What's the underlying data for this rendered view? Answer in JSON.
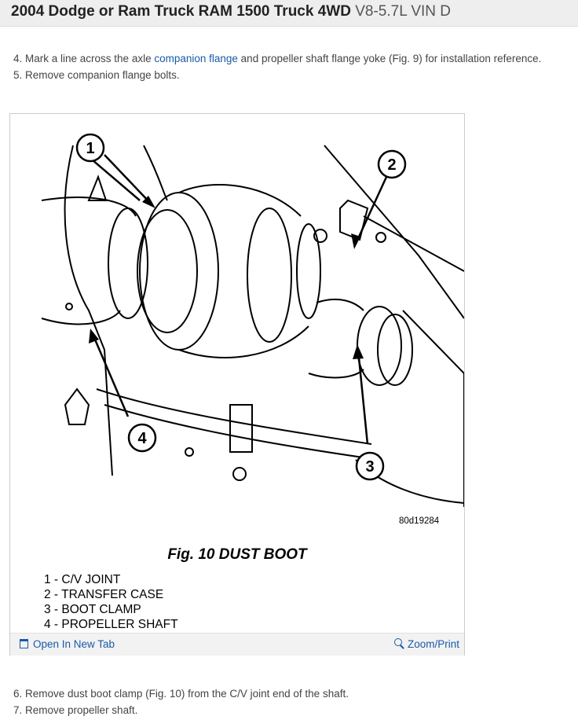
{
  "header": {
    "title_bold": "2004 Dodge or Ram Truck RAM 1500 Truck 4WD",
    "title_sub": "V8-5.7L VIN D"
  },
  "steps_top": {
    "step4_pre": "4. Mark a line across the axle ",
    "step4_link": "companion flange",
    "step4_post": " and propeller shaft flange yoke (Fig. 9) for installation reference.",
    "step5": "5. Remove companion flange bolts."
  },
  "figure": {
    "callouts": [
      "1",
      "2",
      "3",
      "4"
    ],
    "code": "80d19284",
    "caption": "Fig. 10 DUST BOOT",
    "legend": [
      "1 - C/V JOINT",
      "2 - TRANSFER CASE",
      "3 - BOOT CLAMP",
      "4 - PROPELLER SHAFT"
    ],
    "open_tab": "Open In New Tab",
    "zoom": "Zoom/Print"
  },
  "steps_bottom": {
    "step6": "6. Remove dust boot clamp (Fig. 10) from the C/V joint end of the shaft.",
    "step7": "7. Remove propeller shaft."
  },
  "colors": {
    "link": "#1a5aa8",
    "header_bg": "#eeeeee"
  }
}
